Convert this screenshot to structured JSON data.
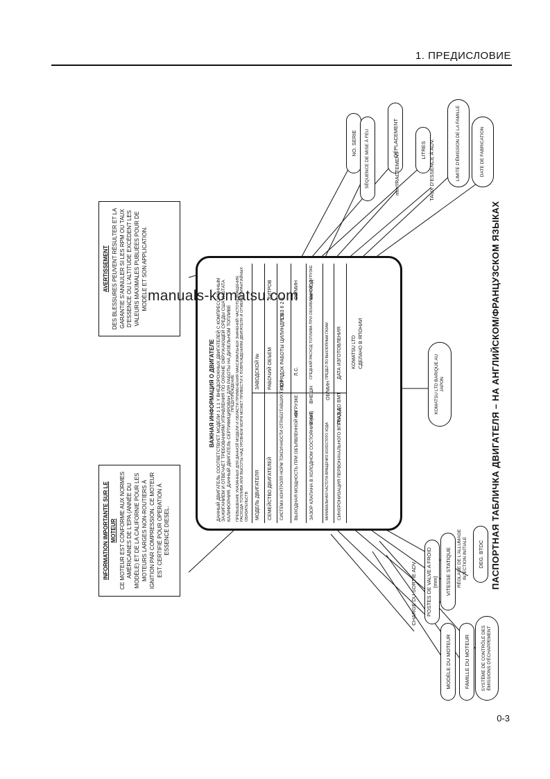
{
  "header": {
    "title": "1. ПРЕДИСЛОВИЕ"
  },
  "page": {
    "number": "0-3"
  },
  "watermark": {
    "text": "manuals-komatsu.com"
  },
  "figure": {
    "caption": "ПАСПОРТНАЯ ТАБЛИЧКА ДВИГАТЕЛЯ – НА АНГЛИЙСКОМ/ФРАНЦУЗСКОМ ЯЗЫКАХ",
    "info_left": {
      "title": "INFORMATION IMPORTANTE SUR LE MOTEUR",
      "body": "CE MOTEUR EST CONFORME AUX NORMES AMÉRICAINES DE L'EPA (ANNÉE DU MODÈLE) ET DE LA CALIFORNIE POUR LES MOTEURS LARGES NON-ROUTIERS À IGNITION PAR COMPRESSION. CE MOTEUR EST CERTIFIÉ POUR OPERATION À ESSENCE DIESEL."
    },
    "info_right": {
      "title": "AVERTISSEMENT",
      "body": "DES BLESSURES PEUVENT RÉSULTER ET LA GARANTIE S'ANNULER SI LES RPM OU TAUX D'ESSENCE OU L'ALTITUDE EXCÈDENT LES VALEURS MAXIMALES PUBLIÉES POUR DE MODÈLE ET SON APPLICATION."
    },
    "plate": {
      "title": "ВАЖНАЯ ИНФОРМАЦИЯ О ДВИГАТЕЛЕ",
      "text": "ДАННЫЙ ДВИГАТЕЛЬ СООТВЕТСТВУЕТ МОДЕЛИ 1 1 1 Y ВНЕДОРОЖНЫХ ДВИГАТЕЛЕЙ С КОМПРЕССИОННЫМ ЗАЖИГАНИЕМ И ОТВЕЧАЕТ ТРЕБОВАНИЯМ УПРАВЛЕНИЯ ПО ОХРАНЕ ОКРУЖАЮЩЕЙ СРЕДЫ США И ШТАТА КАЛИФОРНИЯ. ДАННЫЙ ДВИГАТЕЛЬ СЕРТИФИЦИРОВАН ДЛЯ РАБОТЫ НА ДИЗЕЛЬНОМ ТОПЛИВЕ",
      "warn_title": "ПРЕДУПРЕЖДЕНИЕ",
      "warn": "ПРЕВЫШЕНИЕ УКАЗАННЫХ ДЛЯ ДАННОЙ МОДЕЛИ И ОБЛАСТИ ПРИМЕНЕНИЯ МАКСИМАЛЬНЫХ ЗНАЧЕНИЙ ЧАСТОТЫ ВРАЩЕНИЯ, РАСХОДА ТОПЛИВА ИЛИ ВЫСОТЫ НАД УРОВНЕМ МОРЯ МОЖЕТ ПРИВЕСТИ К ПОВРЕЖДЕНИЯМ ДВИГАТЕЛЯ И ОТМЕНЕ ГАРАНТИЙНЫХ ОБЯЗАТЕЛЬСТВ",
      "engine_model": "МОДЕЛЬ ДВИГАТЕЛЯ",
      "serial_no": "ЗАВОДСКОЙ №",
      "engine_family": "СЕМЕЙСТВО ДВИГАТЕЛЕЙ",
      "displacement": "РАБОЧИЙ ОБЪЕМ",
      "liters": "ЛИТРОВ",
      "emission_control": "СИСТЕМА КОНТРОЛЯ НОРМ ТОКСИЧНОСТИ ОТРАБОТАВШИХ ГАЗОВ",
      "firing_order": "ПОРЯДОК РАБОТЫ ЦИЛИНДРОВ",
      "firing_values": "1 5 3 6 2 4",
      "rated_power": "ВЫХОДНАЯ МОЩНОСТЬ ПРИ ОБЪЯВЛЕННОЙ НАГРУЗКЕ",
      "kw": "кВт",
      "hp": "Л.С.",
      "rpm": "ОБ/МИН",
      "valve_lash": "ЗАЗОР КЛАПАНА В ХОЛОДНОМ СОСТОЯНИИ (мм)",
      "intake": "ВНУТ",
      "exhaust": "ВНЕШН",
      "fuel_rate": "СРЕДНИЙ РАСХОД ТОПЛИВА ПРИ ОБЪЯВЛЕННОЙ НАГРУЗКЕ",
      "fuel_unit": "мм³/ХОД",
      "low_idle": "МИНИМАЛЬНАЯ ЧАСТОТА ВРАЩЕНИЯ ХОЛОСТОГО ХОДА",
      "low_idle_rpm": "ОБ/МИН",
      "limit_label": "ПРЕДЕЛ ПО ВЫХЛОПНЫМ ГАЗАМ",
      "timing": "СИНХРОНИЗАЦИЯ ПЕРВОНАЧАЛЬНОГО ВПРЫСКА",
      "timing_unit": "ГРАД ДО ВМТ",
      "date": "ДАТА ИЗГОТОВЛЕНИЯ",
      "maker": "KOMATSU LTD",
      "made_in": "СДЕЛАНО В ЯПОНИИ"
    },
    "callouts_bottom": [
      "MODÈLE DU MOTEUR",
      "FAMILLE DU MOTEUR",
      "SYSTÈME DE CONTRÔLE DES ÉMISSIONS D'ÉCHAPPEMENT",
      "CHARGE DU SORTIE ADV.",
      "POSTES DE VALVE A FROID (mm)",
      "VITESSE STATIQUE",
      "RÉGLAGE DE L'ALLUMAGE INJECTION INITIALE",
      "DEG. BTDC"
    ],
    "callouts_top": [
      "NO. SERIE",
      "DÉPLACEMENT",
      "LITRES",
      "SÉQUENCE DE MISE À FEU",
      "mm³/RACTEMENT",
      "TAUX D'ESSENCE À ADV.",
      "LIMITE D'ÉMISSION DE LA FAMILLE",
      "DATE DE FABRICATION"
    ],
    "maker_badge": "KOMATSU LTD BARIQUE AU JAPON"
  }
}
